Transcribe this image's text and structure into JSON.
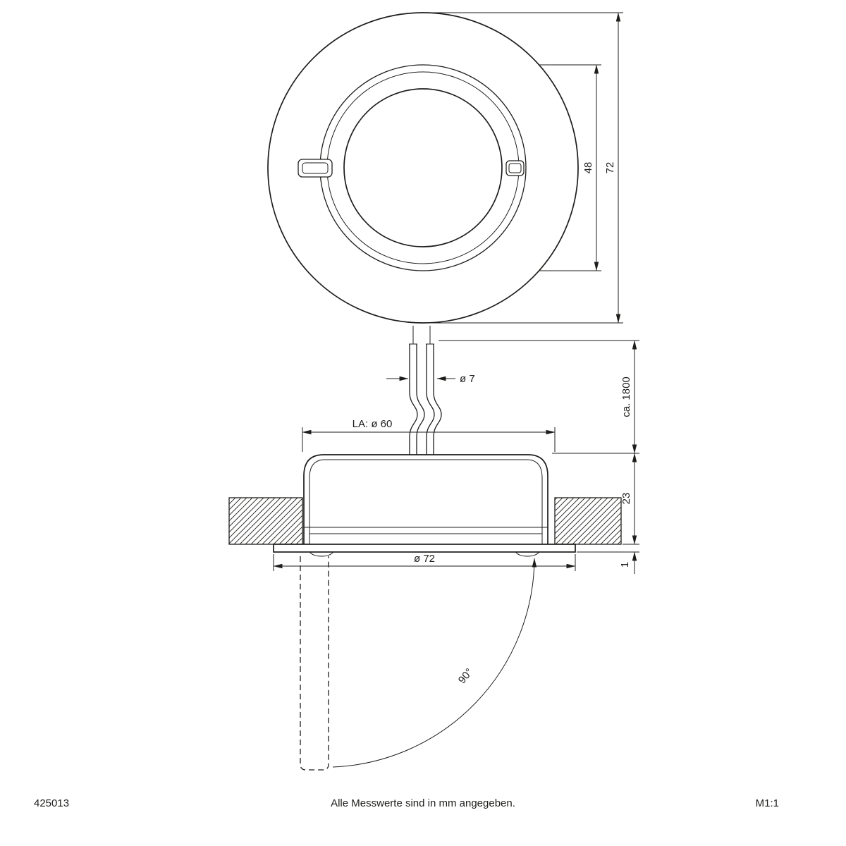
{
  "document": {
    "article_number": "425013",
    "note": "Alle Messwerte sind in mm angegeben.",
    "scale": "M1:1"
  },
  "top_view": {
    "dim_inner_diameter": "48",
    "dim_outer_diameter": "72"
  },
  "side_view": {
    "dim_cable_diameter": "ø 7",
    "dim_cable_length": "ca. 1800",
    "dim_cutout_diameter": "LA: ø 60",
    "dim_recess_depth": "23",
    "dim_rim_height": "1",
    "dim_flange_diameter": "ø 72",
    "dim_swivel_angle": "90°"
  },
  "colors": {
    "line": "#1d1d1b",
    "background": "#ffffff"
  }
}
